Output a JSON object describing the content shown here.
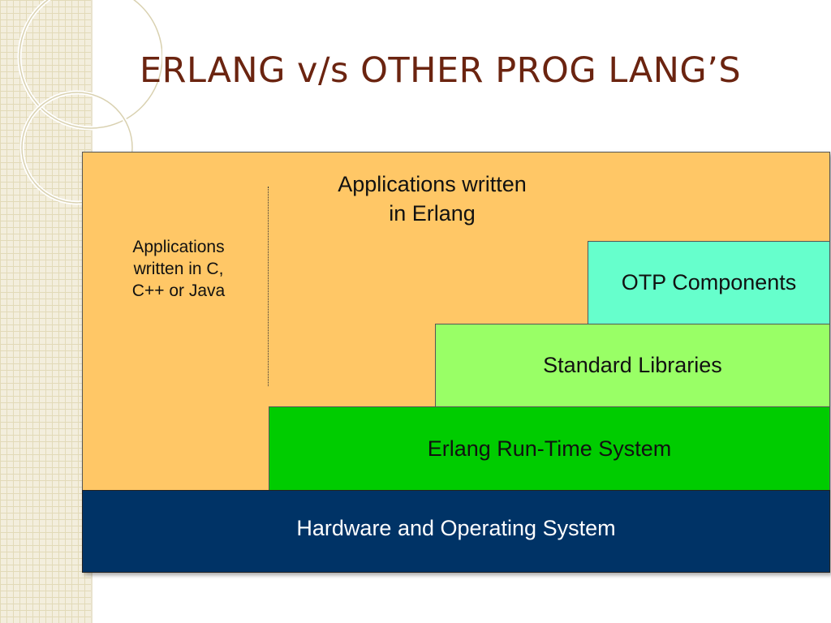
{
  "slide": {
    "title": "ERLANG v/s OTHER PROG LANG’S"
  },
  "diagram": {
    "left_label": "Applications written in C, C++ or Java",
    "left_label_lines": [
      "Applications",
      "written in C,",
      "C++ or Java"
    ],
    "top_label_lines": [
      "Applications written",
      "in Erlang"
    ],
    "layers": {
      "otp": "OTP Components",
      "standard_libraries": "Standard Libraries",
      "runtime": "Erlang Run-Time System",
      "hardware": "Hardware and Operating System"
    }
  },
  "colors": {
    "title": "#6b2410",
    "apps_area": "#ffc766",
    "otp": "#66ffcc",
    "standard_libraries": "#99ff66",
    "runtime": "#00cc00",
    "hardware": "#003366"
  }
}
